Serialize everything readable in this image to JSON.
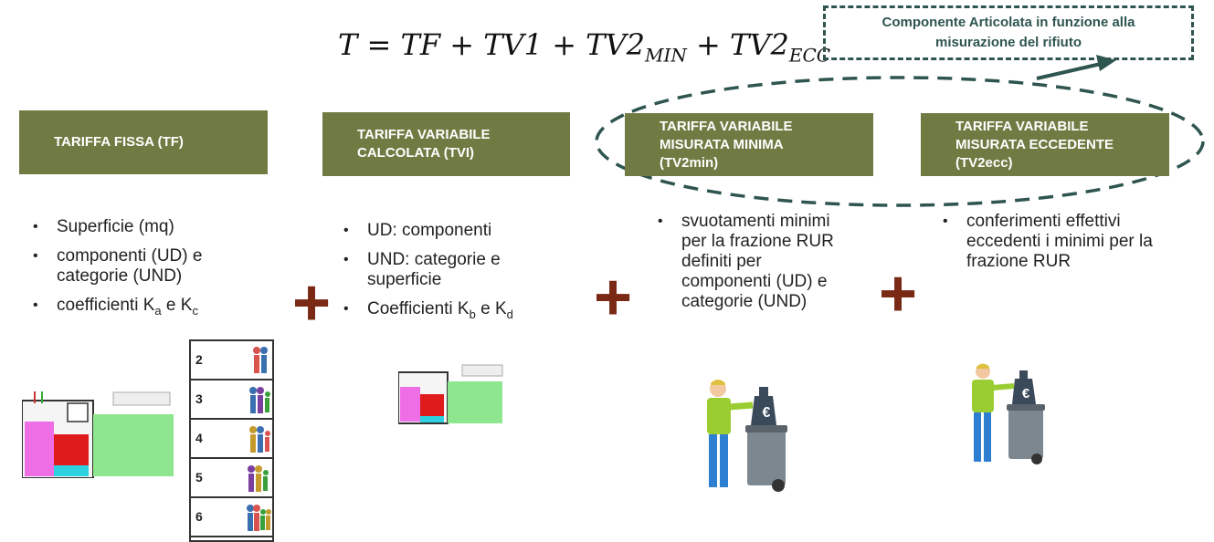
{
  "formula": {
    "T": "T",
    "eq": " = ",
    "TF": "TF",
    "p1": " + ",
    "TV1": "TV1",
    "p2": " + ",
    "TV2min_base": "TV2",
    "TV2min_sub": "MIN",
    "p3": " + ",
    "TV2ecc_base": "TV2",
    "TV2ecc_sub": "ECC"
  },
  "callout": {
    "line1": "Componente Articolata in funzione alla",
    "line2": "misurazione del rifiuto"
  },
  "columns": [
    {
      "title_lines": [
        "TARIFFA FISSA (TF)"
      ],
      "bullets": [
        "Superficie (mq)",
        "componenti (UD) e categorie (UND)"
      ],
      "coef": {
        "prefix": "coefficienti K",
        "s1": "a",
        "mid": " e K",
        "s2": "c"
      }
    },
    {
      "title_lines": [
        "TARIFFA VARIABILE",
        "CALCOLATA (TVI)"
      ],
      "bullets": [
        "UD: componenti",
        "UND: categorie e superficie"
      ],
      "coef": {
        "prefix": "Coefficienti K",
        "s1": "b",
        "mid": " e K",
        "s2": "d"
      }
    },
    {
      "title_lines": [
        "TARIFFA VARIABILE",
        "MISURATA MINIMA",
        "(TV2min)"
      ],
      "bullets": [
        "svuotamenti minimi per la frazione RUR definiti per componenti (UD) e categorie (UND)"
      ]
    },
    {
      "title_lines": [
        "TARIFFA VARIABILE",
        "MISURATA ECCEDENTE",
        "(TV2ecc)"
      ],
      "bullets": [
        "conferimenti effettivi eccedenti i minimi per la frazione RUR"
      ]
    }
  ],
  "plus_sign": "+",
  "household_sizes": [
    "2",
    "3",
    "4",
    "5",
    "6"
  ],
  "euro_symbol": "€",
  "colors": {
    "box_green": "#707b43",
    "callout_teal": "#2f5550",
    "plus_brown": "#7a2a14"
  }
}
